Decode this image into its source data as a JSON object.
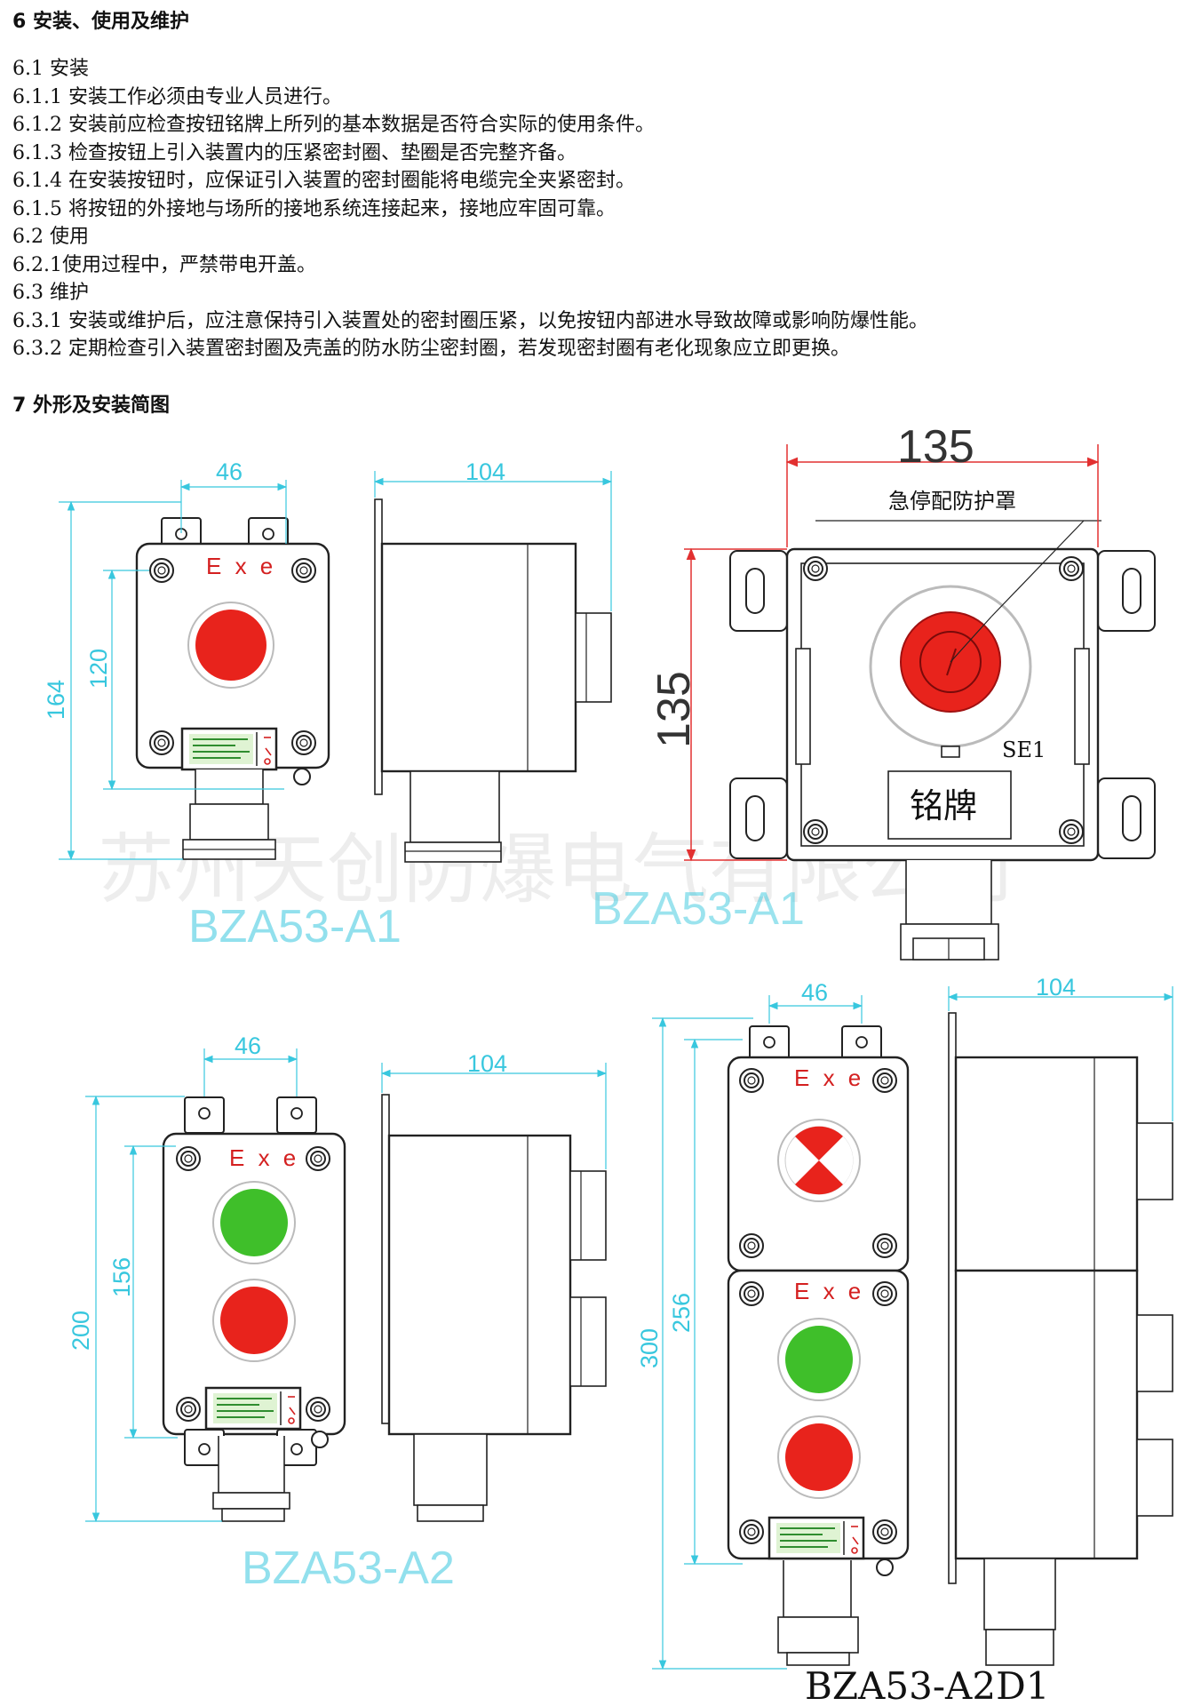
{
  "section6": {
    "title": "6 安装、使用及维护",
    "lines": [
      "6.1 安装",
      "6.1.1 安装工作必须由专业人员进行。",
      "6.1.2 安装前应检查按钮铭牌上所列的基本数据是否符合实际的使用条件。",
      "6.1.3 检查按钮上引入装置内的压紧密封圈、垫圈是否完整齐备。",
      "6.1.4 在安装按钮时，应保证引入装置的密封圈能将电缆完全夹紧密封。",
      "6.1.5 将按钮的外接地与场所的接地系统连接起来，接地应牢固可靠。",
      "6.2 使用",
      "6.2.1使用过程中，严禁带电开盖。",
      "6.3 维护",
      "6.3.1 安装或维护后，应注意保持引入装置处的密封圈压紧，以免按钮内部进水导致故障或影响防爆性能。",
      "6.3.2 定期检查引入装置密封圈及壳盖的防水防尘密封圈，若发现密封圈有老化现象应立即更换。"
    ]
  },
  "section7": {
    "title": "7 外形及安装简图"
  },
  "marking": "E x e",
  "watermark": "苏州天创防爆电气有限公司",
  "drawing_a1": {
    "model": "BZA53-A1",
    "dims": {
      "top_width": "46",
      "side_depth": "104",
      "total_height": "164",
      "hole_pitch": "120"
    }
  },
  "drawing_estop": {
    "model": "BZA53-A1",
    "dims": {
      "width": "135",
      "height": "135"
    },
    "cover_label": "急停配防护罩",
    "switch_label": "SE1",
    "nameplate": "铭牌"
  },
  "drawing_a2": {
    "model": "BZA53-A2",
    "dims": {
      "top_width": "46",
      "side_depth": "104",
      "total_height": "200",
      "hole_pitch": "156"
    }
  },
  "drawing_a2d1": {
    "model": "BZA53-A2D1",
    "dims": {
      "top_width": "46",
      "side_depth": "104",
      "total_height": "300",
      "hole_pitch": "256"
    }
  },
  "colors": {
    "dimension": "#38c7de",
    "red_button": "#e8231c",
    "green_button": "#3fbf2a",
    "marking": "#d42020"
  }
}
